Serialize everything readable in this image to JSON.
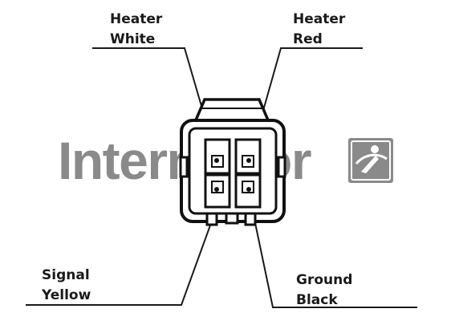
{
  "labels": {
    "heater_white": {
      "line1": "Heater",
      "line2": "White"
    },
    "heater_red": {
      "line1": "Heater",
      "line2": "Red"
    },
    "signal_yellow": {
      "line1": "Signal",
      "line2": "Yellow"
    },
    "ground_black": {
      "line1": "Ground",
      "line2": "Black"
    }
  },
  "watermark": {
    "text": "Intermotor",
    "logo_glyph": "i",
    "color": "#8a8a8a"
  },
  "colors": {
    "line": "#1a1a1a",
    "connector": "#111111"
  }
}
